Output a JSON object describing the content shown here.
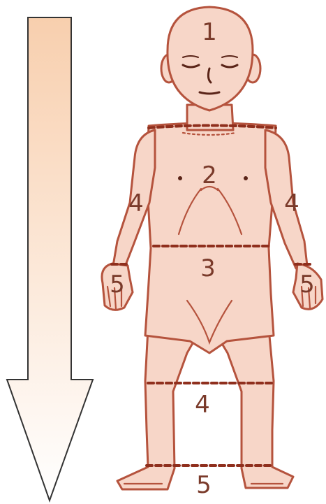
{
  "colors": {
    "arrow_top": "#f8cfae",
    "arrow_bottom": "#ffffff",
    "arrow_stroke": "#333333",
    "skin": "#f7d6c8",
    "outline": "#b5533d",
    "dash": "#8f2f1d",
    "number": "#7a3a2a",
    "face": "#5a2418"
  },
  "labels": {
    "head": "1",
    "torso": "2",
    "left_arm": "4",
    "right_arm": "4",
    "hips": "3",
    "left_hand": "5",
    "right_hand": "5",
    "legs": "4",
    "feet": "5"
  }
}
